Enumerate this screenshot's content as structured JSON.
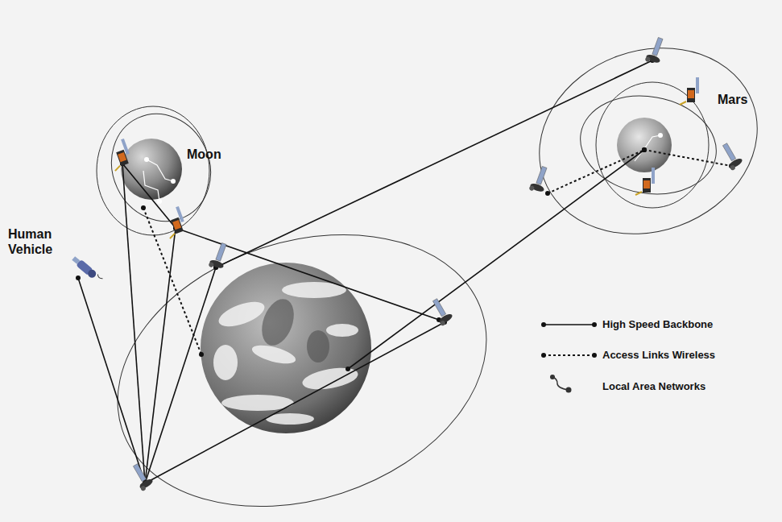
{
  "diagram": {
    "nodes": [
      {
        "text": [
          "Moon"
        ]
      },
      {
        "text": [
          "Mars"
        ]
      },
      {
        "text": [
          "Human Vehicle"
        ]
      }
    ],
    "legend": [
      {
        "text": "High Speed Backbone"
      },
      {
        "text": "Access Links Wireless"
      },
      {
        "text": "Local Area Networks"
      }
    ]
  }
}
